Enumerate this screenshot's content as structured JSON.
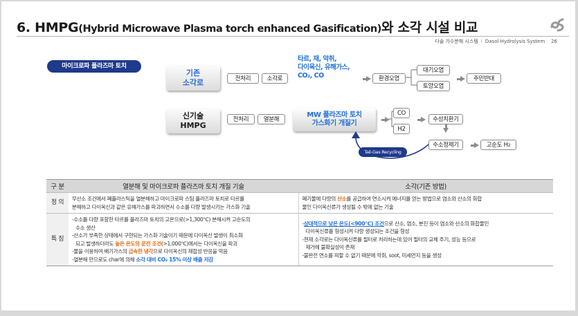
{
  "header": {
    "title_num": "6. HMPG",
    "title_paren": "(Hybrid Microwave Plasma torch enhanced Gasification)",
    "title_tail": "와 소각 시설 비교",
    "subtitle_left": "다솔 가수분해 시스템",
    "subtitle_sep": "I",
    "subtitle_right": "Dasol Hydrolysis System",
    "page_number": "26"
  },
  "section_label": "마이크로파 플라즈마 토치",
  "diagram": {
    "old_label_1": "기존",
    "old_label_2": "소각로",
    "old_steps": [
      "전처리",
      "소각로"
    ],
    "toxic_lines": [
      "타르, 재, 악취,",
      "다이옥신, 유해가스,",
      "CO₂, CO"
    ],
    "env_pollution": "환경오염",
    "air_pollution": "대기오염",
    "soil_pollution": "토양오염",
    "opposition": "주민반대",
    "new_label_1": "신기술",
    "new_label_2": "HMPG",
    "new_steps": [
      "전처리",
      "열분해"
    ],
    "mw_line_1": "MW 플라즈마 토치",
    "mw_line_2": "가스화기 개질기",
    "co": "CO",
    "h2": "H2",
    "water_shift": "수성치환기",
    "purifier": "수소정제기",
    "high_purity": "고순도 H",
    "high_purity_sub": "2",
    "tail_gas": "Tail-Gas Recycling"
  },
  "table": {
    "headers": [
      "구 분",
      "열분해 및 마이크로파 플라즈마 토치 개질 기술",
      "소각(기존 방법)"
    ],
    "row_def_label": "정 의",
    "def_left_1": "무산소 조건에서 폐플라스틱을 열분해하고 마이크로파 스팀 플라즈마 토치로 타르를",
    "def_left_2": "분해하고 다이옥신과 같은 유해가스를 파괴하면서 수소를 다량 발생시키는 가스화 기술",
    "def_right_1a": "폐기물에 다량의 ",
    "def_right_1b": "산소",
    "def_right_1c": "를 공급하여 연소시켜 에너지를 얻는 방법으로 염소와 산소의 화합",
    "def_right_2": "물인 다이옥신류가 생성될 수 밖에 없는 기술",
    "row_feat_label": "특 징",
    "feat_l1": "-수소를 다량 포함한 타르를 플라즈마 토치의 고온으로(>1,300℃) 분해시켜 고순도의",
    "feat_l1b": "수소 생산",
    "feat_l2": "-산소가 부족한 상태에서 구현되는 가스화 기술이기 때문에 다이옥신 발생이 최소화",
    "feat_l2b_a": "되고 발생하더라도 ",
    "feat_l2b_b": "높은 온도의 운전 조건",
    "feat_l2b_c": "(>1,000℃)에서는 다이옥신을 파괴",
    "feat_l3_a": "-물을 이용하여 배기가스의 ",
    "feat_l3_b": "급속한 냉각",
    "feat_l3_c": "으로 다이옥신의 재합성 반응을 막음",
    "feat_l4_a": "-열분해 만으로도 char에 의해 ",
    "feat_l4_b": "소각 대비 CO₂ 15% 이상 배출 저감",
    "feat_r1_a": "-",
    "feat_r1_b": "상대적으로 낮은 온도(<900℃) 조건",
    "feat_r1_c": "으로 산소, 염소, 분진 등이 염소와 산소의 화합물인",
    "feat_r1d": "다이옥신류를 형성시켜 다량 생성되는 조건을 형성",
    "feat_r2": "-현재 소각로는 다이옥신류를 필터로 처리하는데 있어 필터의 교체 주기, 성능 등으로",
    "feat_r2b": "제거에 불확실성이 존재",
    "feat_r3": "-불완전 연소를 피할 수 없기 때문에 악취, soot, 미세먼지 등을 생성"
  },
  "colors": {
    "navy": "#1f3a8c",
    "blue": "#1f6fd6",
    "orange": "#e06a10"
  }
}
